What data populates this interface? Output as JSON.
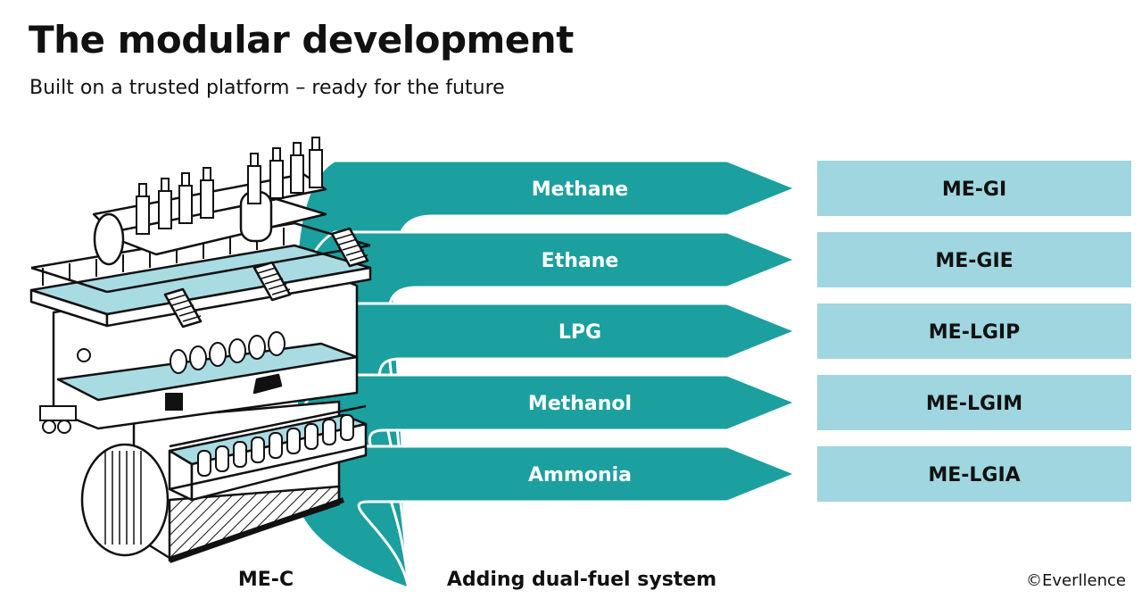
{
  "title": "The modular development",
  "subtitle": "Built on a trusted platform – ready for the future",
  "base_engine_label": "ME-C",
  "bottom_caption": "Adding dual-fuel system",
  "copyright": "©Everllence",
  "colors": {
    "teal": "#1c9f9f",
    "light_blue": "#9fd6df",
    "engine_fill": "#a9dbe3",
    "ink": "#111111"
  },
  "fuels": [
    {
      "fuel": "Methane",
      "product": "ME-GI"
    },
    {
      "fuel": "Ethane",
      "product": "ME-GIE"
    },
    {
      "fuel": "LPG",
      "product": "ME-LGIP"
    },
    {
      "fuel": "Methanol",
      "product": "ME-LGIM"
    },
    {
      "fuel": "Ammonia",
      "product": "ME-LGIA"
    }
  ],
  "icons": {
    "engine": "marine-engine-illustration"
  }
}
